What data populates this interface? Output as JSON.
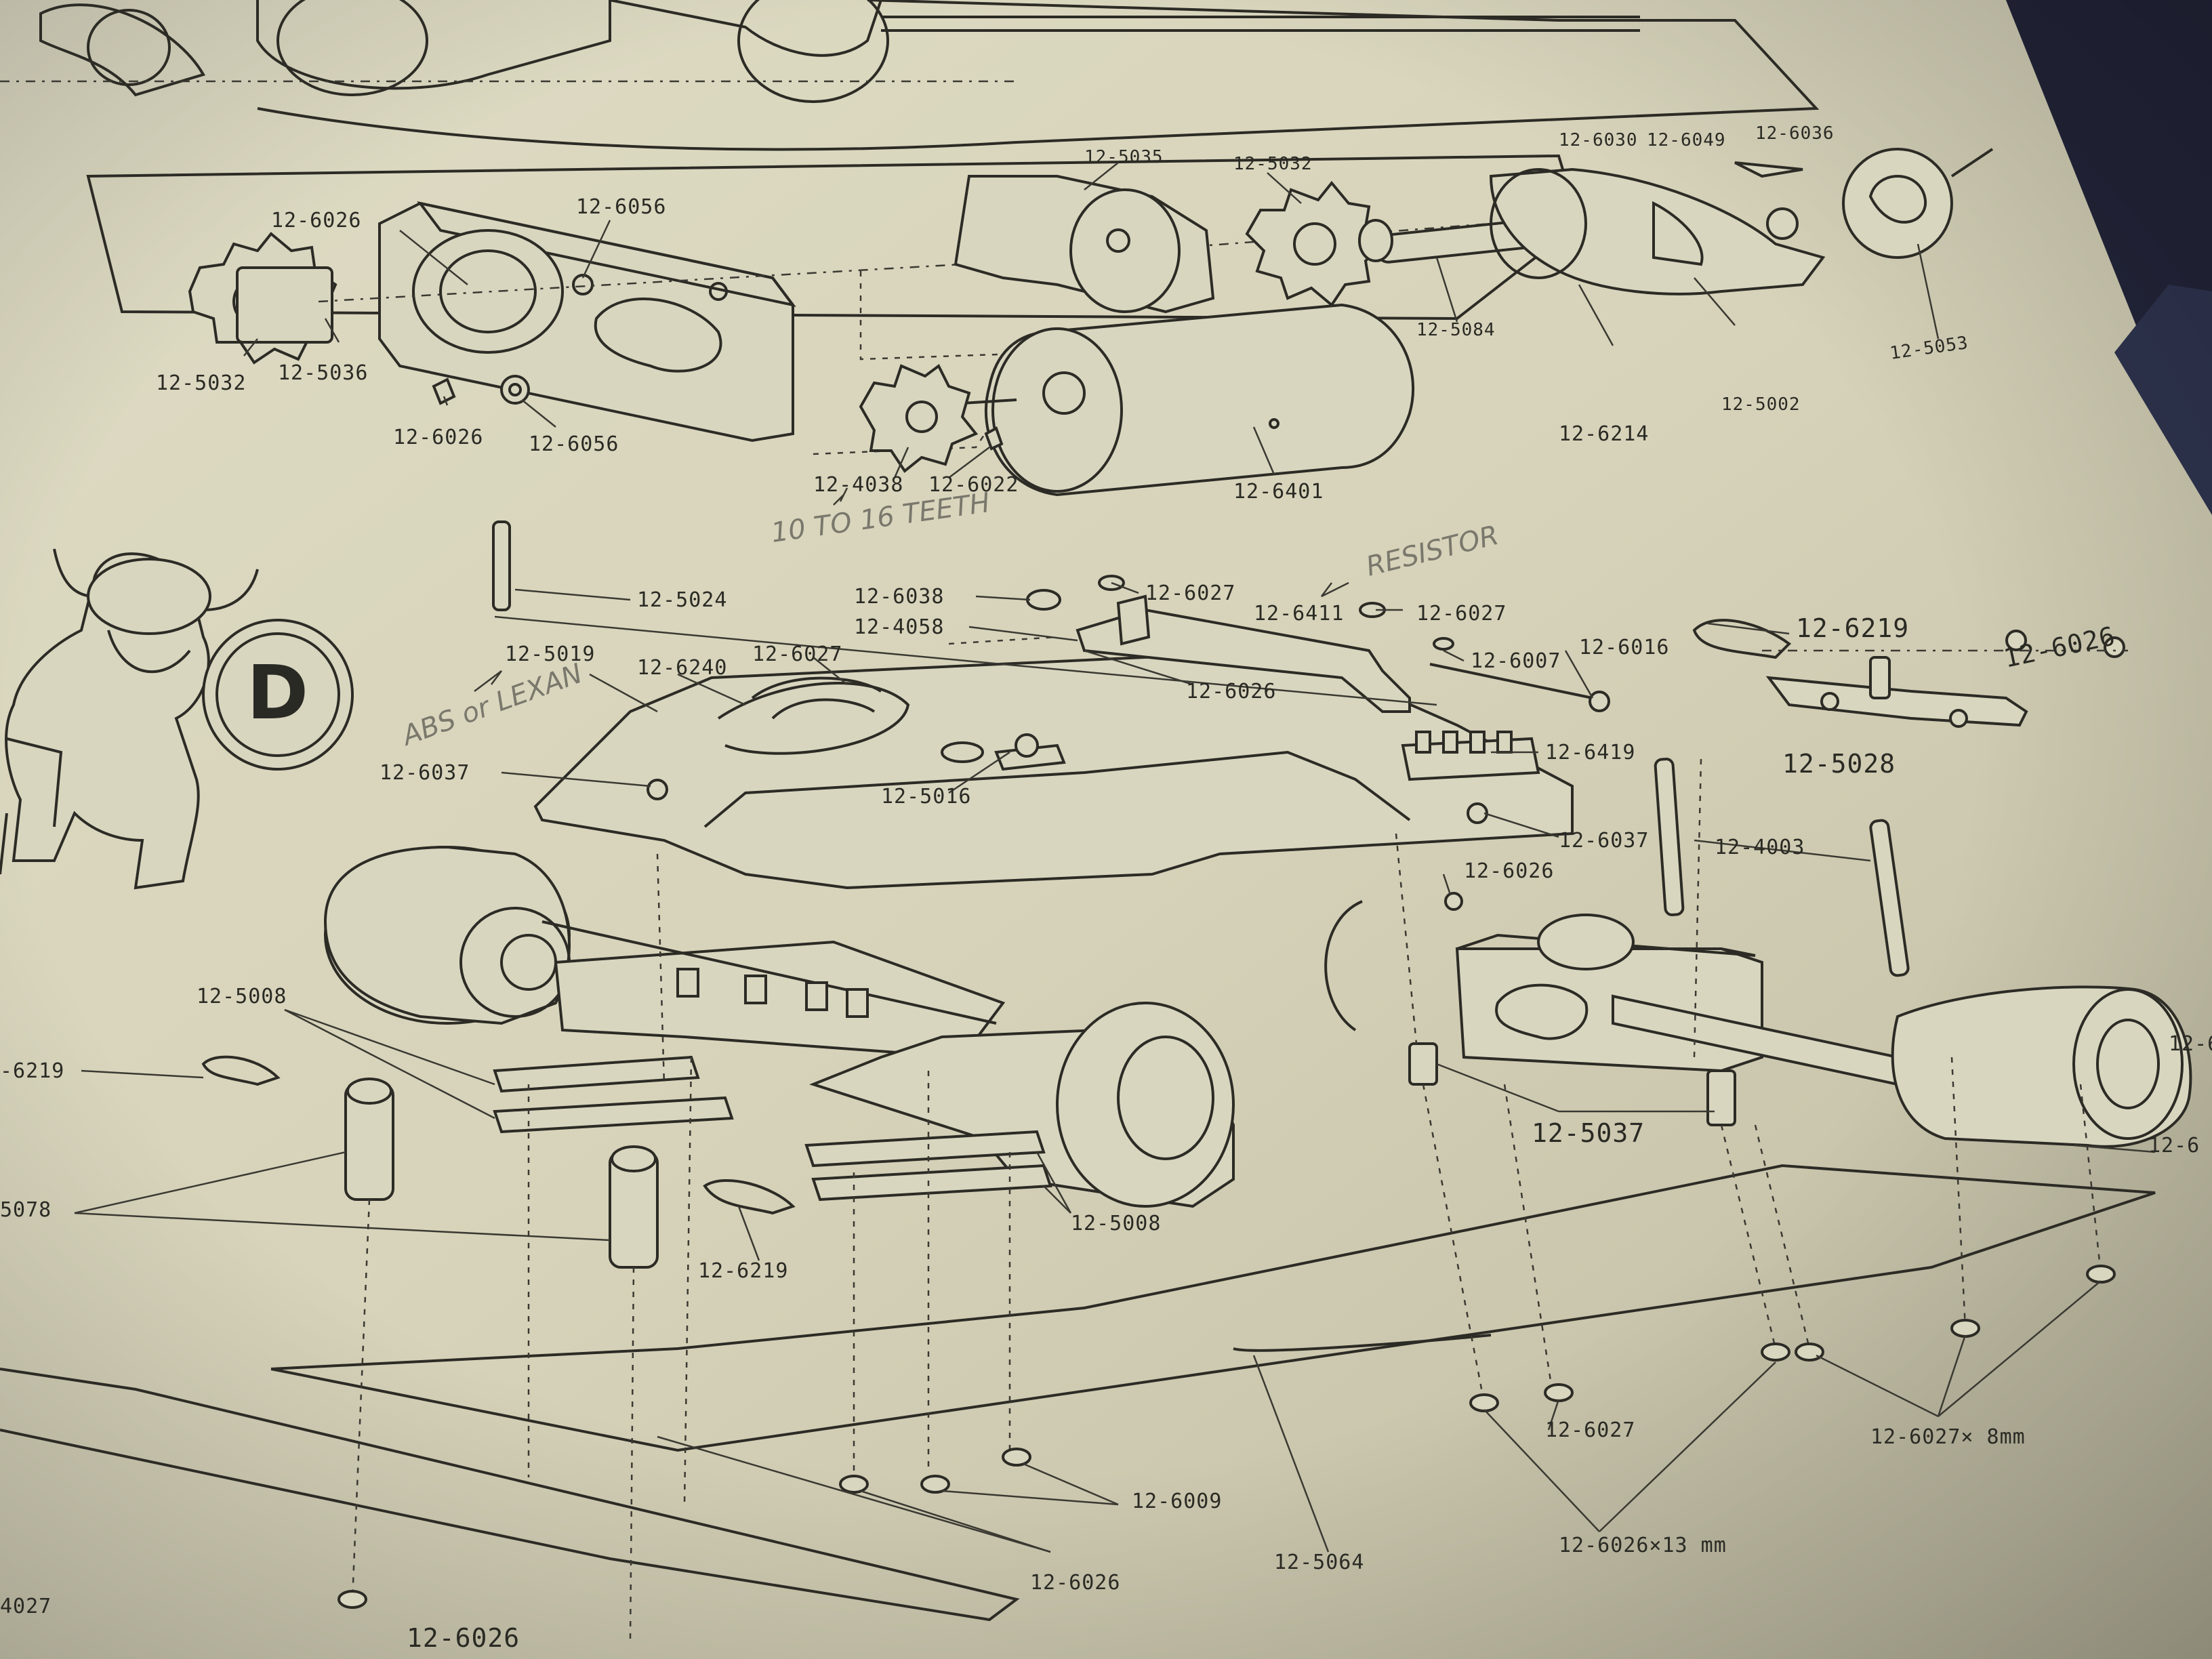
{
  "labels": {
    "l_5035": "12-5035",
    "l_5032a": "12-5032",
    "l_6030": "12-6030",
    "l_6049": "12-6049",
    "l_6036": "12-6036",
    "l_6026a": "12-6026",
    "l_6056a": "12-6056",
    "l_5032b": "12-5032",
    "l_5036": "12-5036",
    "l_6026b": "12-6026",
    "l_6056b": "12-6056",
    "l_4038": "12-4038",
    "l_6022": "12-6022",
    "l_6401": "12-6401",
    "l_5084": "12-5084",
    "l_6214": "12-6214",
    "l_5002": "12-5002",
    "l_5053": "12-5053",
    "l_5024": "12-5024",
    "l_6038": "12-6038",
    "l_4058": "12-4058",
    "l_6027a": "12-6027",
    "l_6411": "12-6411",
    "l_6027b": "12-6027",
    "l_6007": "12-6007",
    "l_6016": "12-6016",
    "l_6219a": "12-6219",
    "l_6026c": "12-6026",
    "l_5019": "12-5019",
    "l_6240": "12-6240",
    "l_6027c": "12-6027",
    "l_6026d": "12-6026",
    "l_6037a": "12-6037",
    "l_5016": "12-5016",
    "l_6419": "12-6419",
    "l_5028": "12-5028",
    "l_6037b": "12-6037",
    "l_4003": "12-4003",
    "l_6026e": "12-6026",
    "l_5008a": "12-5008",
    "l_6219b": "-6219",
    "l_5078": "5078",
    "l_6219c": "12-6219",
    "l_5008b": "12-5008",
    "l_5037": "12-5037",
    "l_6009": "12-6009",
    "l_6026f": "12-6026",
    "l_5064": "12-5064",
    "l_6027d": "12-6027",
    "l_6026g": "12-6026×13 mm",
    "l_6027e": "12-6027× 8mm",
    "l_6026h": "12-6026",
    "l_edge1": "12-6",
    "l_edge2": "12-6",
    "l_edge3": "4027"
  },
  "handwritten": {
    "teeth": "10 TO 16 TEETH",
    "resistor": "RESISTOR",
    "material": "ABS or LEXAN"
  },
  "mascot": {
    "shield_letter": "D"
  }
}
